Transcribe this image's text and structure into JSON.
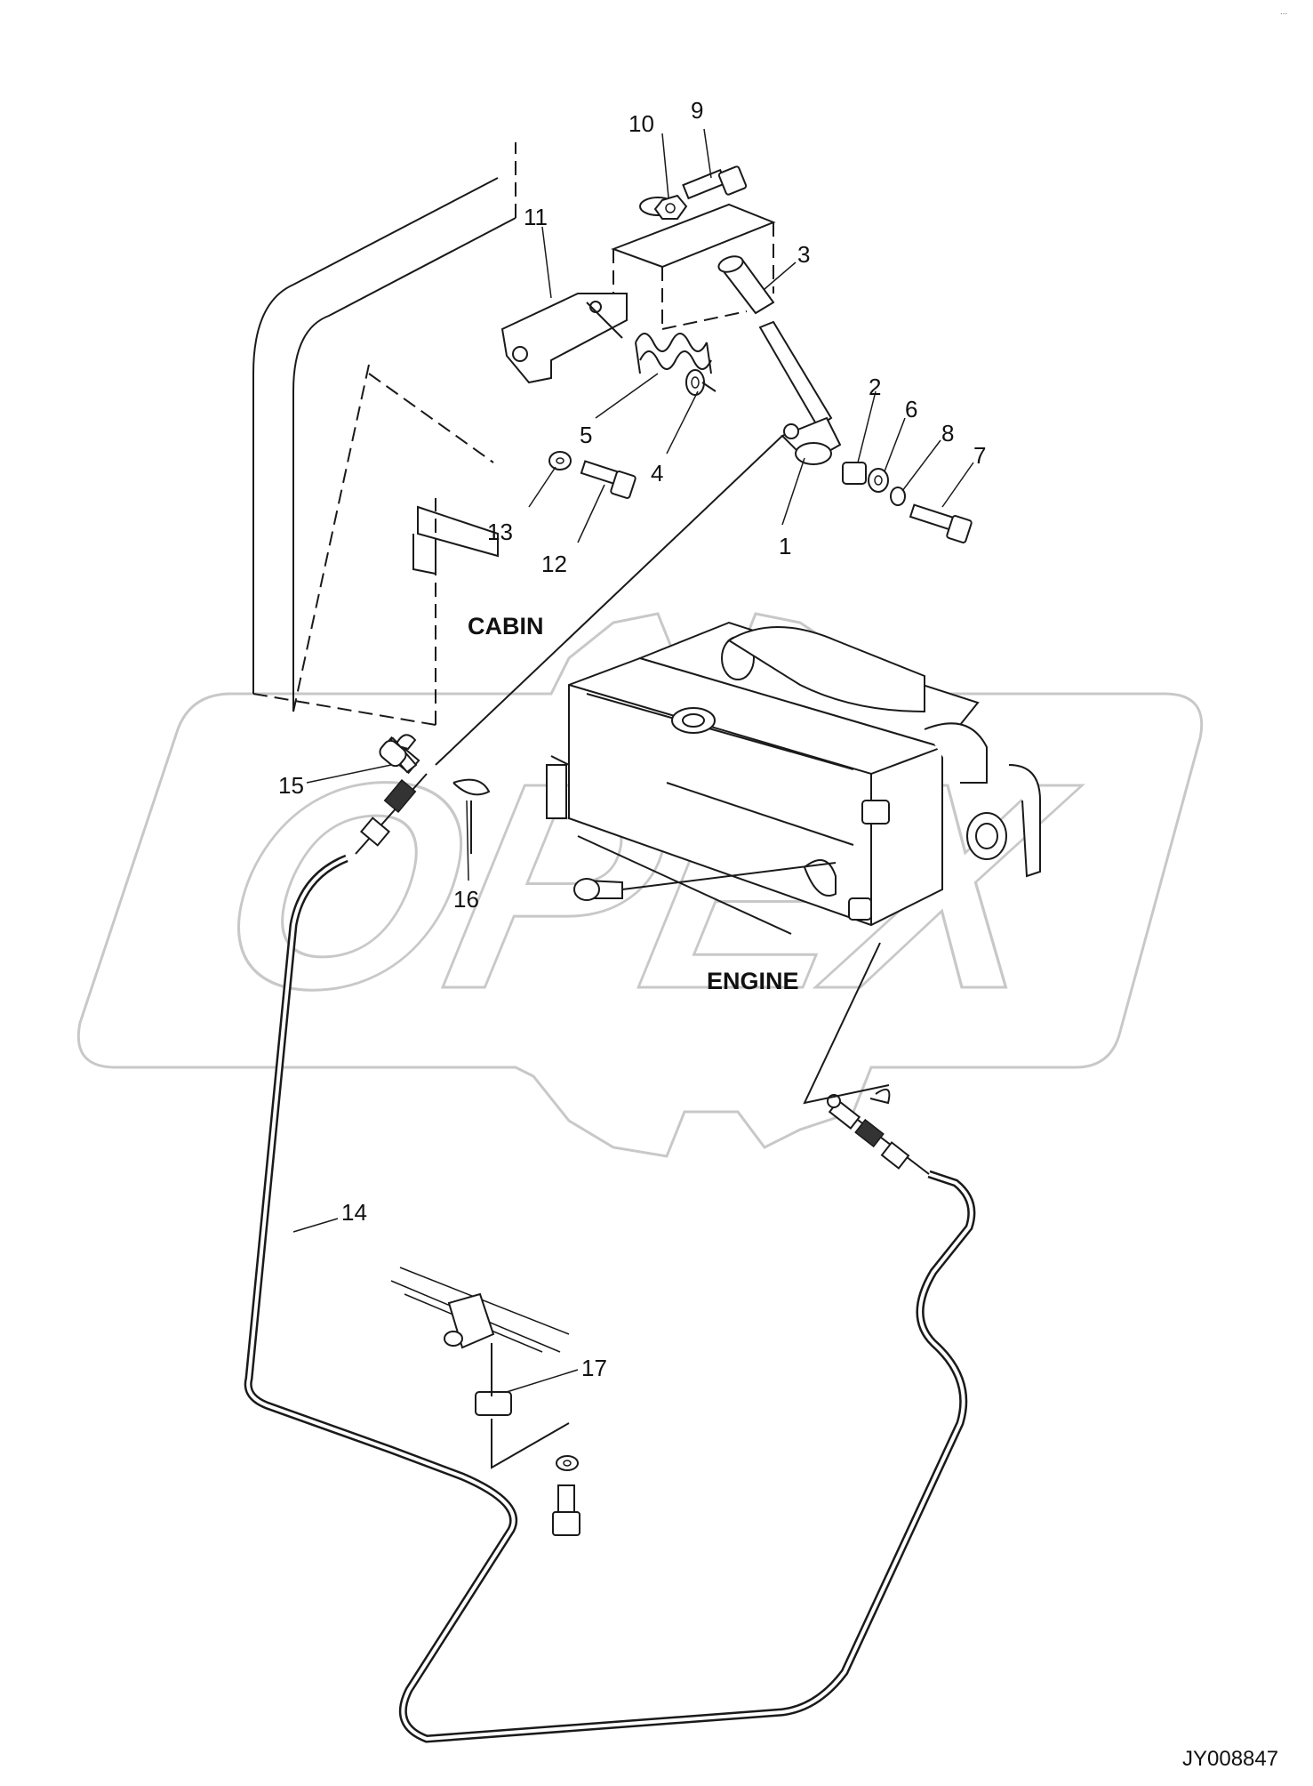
{
  "diagram": {
    "section_labels": {
      "cabin": "CABIN",
      "engine": "ENGINE"
    },
    "callouts": [
      "1",
      "2",
      "3",
      "4",
      "5",
      "6",
      "7",
      "8",
      "9",
      "10",
      "11",
      "12",
      "13",
      "14",
      "15",
      "16",
      "17"
    ],
    "document_code": "JY008847",
    "corner_mark": "..."
  },
  "watermark": {
    "text": "OPEX",
    "color": "#c8c8c8"
  }
}
